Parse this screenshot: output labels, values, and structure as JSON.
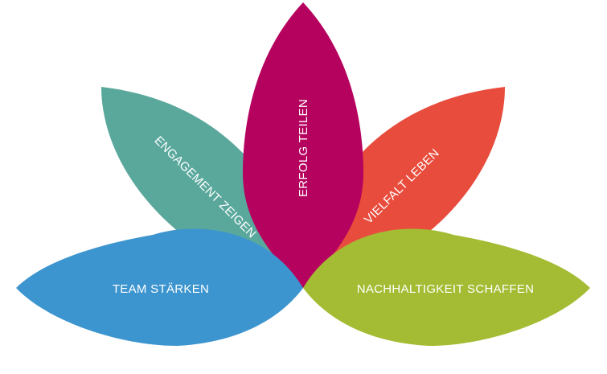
{
  "petals": [
    {
      "id": "team",
      "label": "TEAM STÄRKEN",
      "color": "#3d95cf"
    },
    {
      "id": "engagement",
      "label": "ENGAGEMENT ZEIGEN",
      "color": "#5aa89c"
    },
    {
      "id": "erfolg",
      "label": "ERFOLG TEILEN",
      "color": "#b5025f"
    },
    {
      "id": "vielfalt",
      "label": "VIELFALT LEBEN",
      "color": "#e84c3d"
    },
    {
      "id": "nachhaltigkeit",
      "label": "NACHHALTIGKEIT SCHAFFEN",
      "color": "#a4bc33"
    }
  ]
}
